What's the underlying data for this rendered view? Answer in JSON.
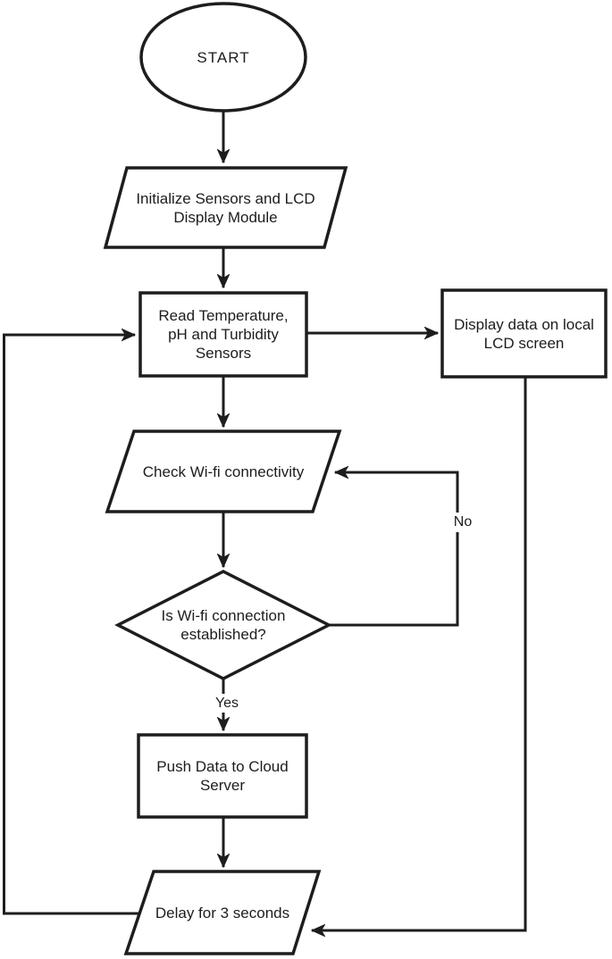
{
  "diagram_type": "flowchart",
  "colors": {
    "stroke": "#1d1d1d",
    "text": "#1d1d1d",
    "background": "#ffffff"
  },
  "nodes": {
    "start": {
      "shape": "terminator-ellipse",
      "label": "START"
    },
    "init": {
      "shape": "parallelogram",
      "lines": [
        "Initialize Sensors and LCD",
        "Display Module"
      ]
    },
    "read": {
      "shape": "rectangle",
      "lines": [
        "Read Temperature,",
        "pH and Turbidity",
        "Sensors"
      ]
    },
    "display": {
      "shape": "rectangle",
      "lines": [
        "Display data on local",
        "LCD screen"
      ]
    },
    "check": {
      "shape": "parallelogram",
      "lines": [
        "Check Wi-fi connectivity"
      ]
    },
    "decision": {
      "shape": "diamond",
      "lines": [
        "Is Wi-fi connection",
        "established?"
      ]
    },
    "push": {
      "shape": "rectangle",
      "lines": [
        "Push Data to Cloud",
        "Server"
      ]
    },
    "delay": {
      "shape": "parallelogram",
      "lines": [
        "Delay for 3 seconds"
      ]
    }
  },
  "edge_labels": {
    "no": "No",
    "yes": "Yes"
  }
}
